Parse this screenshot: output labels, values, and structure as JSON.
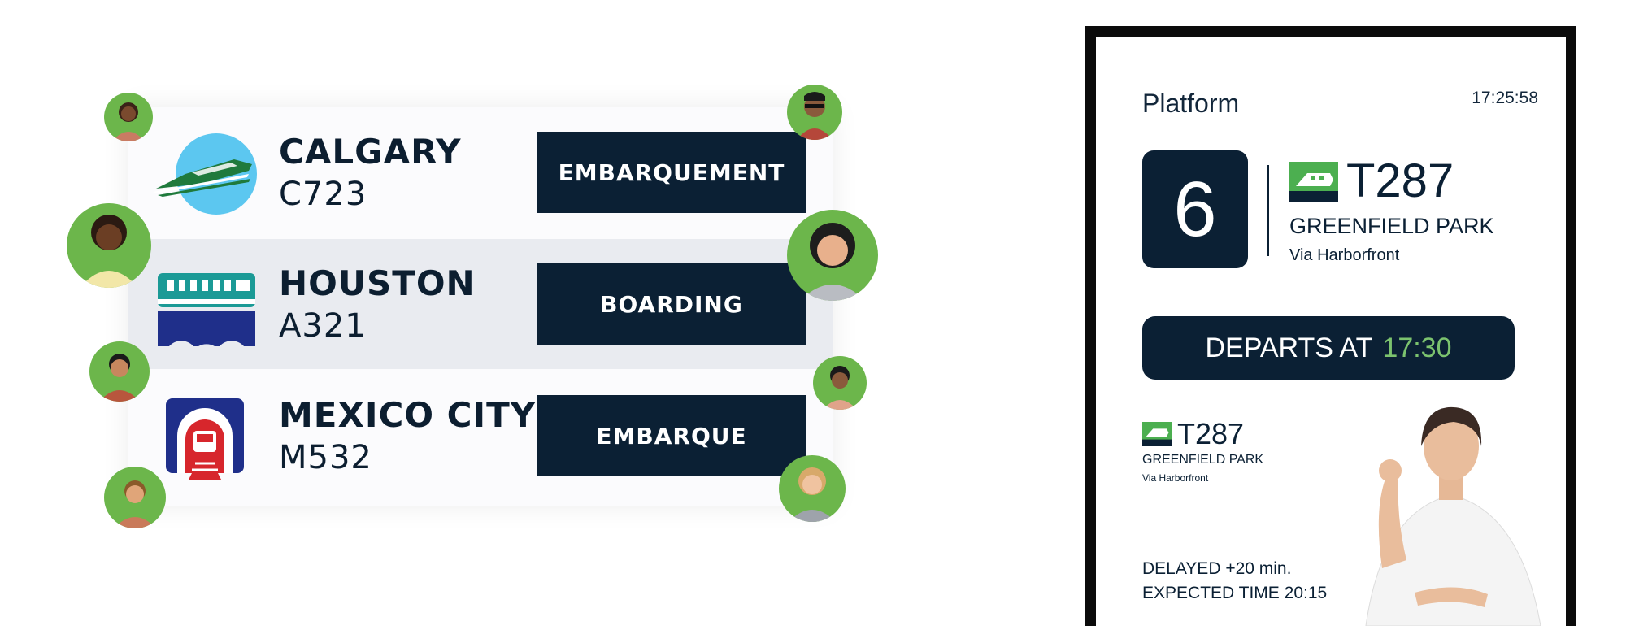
{
  "board": {
    "rows": [
      {
        "city": "CALGARY",
        "code": "C723",
        "status": "EMBARQUEMENT",
        "logo": "bullet-train-logo"
      },
      {
        "city": "HOUSTON",
        "code": "A321",
        "status": "BOARDING",
        "logo": "bridge-train-logo"
      },
      {
        "city": "MEXICO CITY",
        "code": "M532",
        "status": "EMBARQUE",
        "logo": "tunnel-train-logo"
      }
    ]
  },
  "platform_screen": {
    "label": "Platform",
    "time": "17:25:58",
    "platform_number": "6",
    "train": "T287",
    "destination": "GREENFIELD PARK",
    "via": "Via Harborfront",
    "departs_label": "DEPARTS AT",
    "departs_time": "17:30",
    "secondary_train": "T287",
    "secondary_destination": "GREENFIELD PARK",
    "secondary_via": "Via Harborfront",
    "delay_line": "DELAYED +20 min.",
    "expected_line": "EXPECTED TIME 20:15"
  },
  "colors": {
    "navy": "#0b2034",
    "accent_green": "#7cc36e",
    "avatar_green": "#6cb64b",
    "row_alt": "#e9ebf0"
  }
}
